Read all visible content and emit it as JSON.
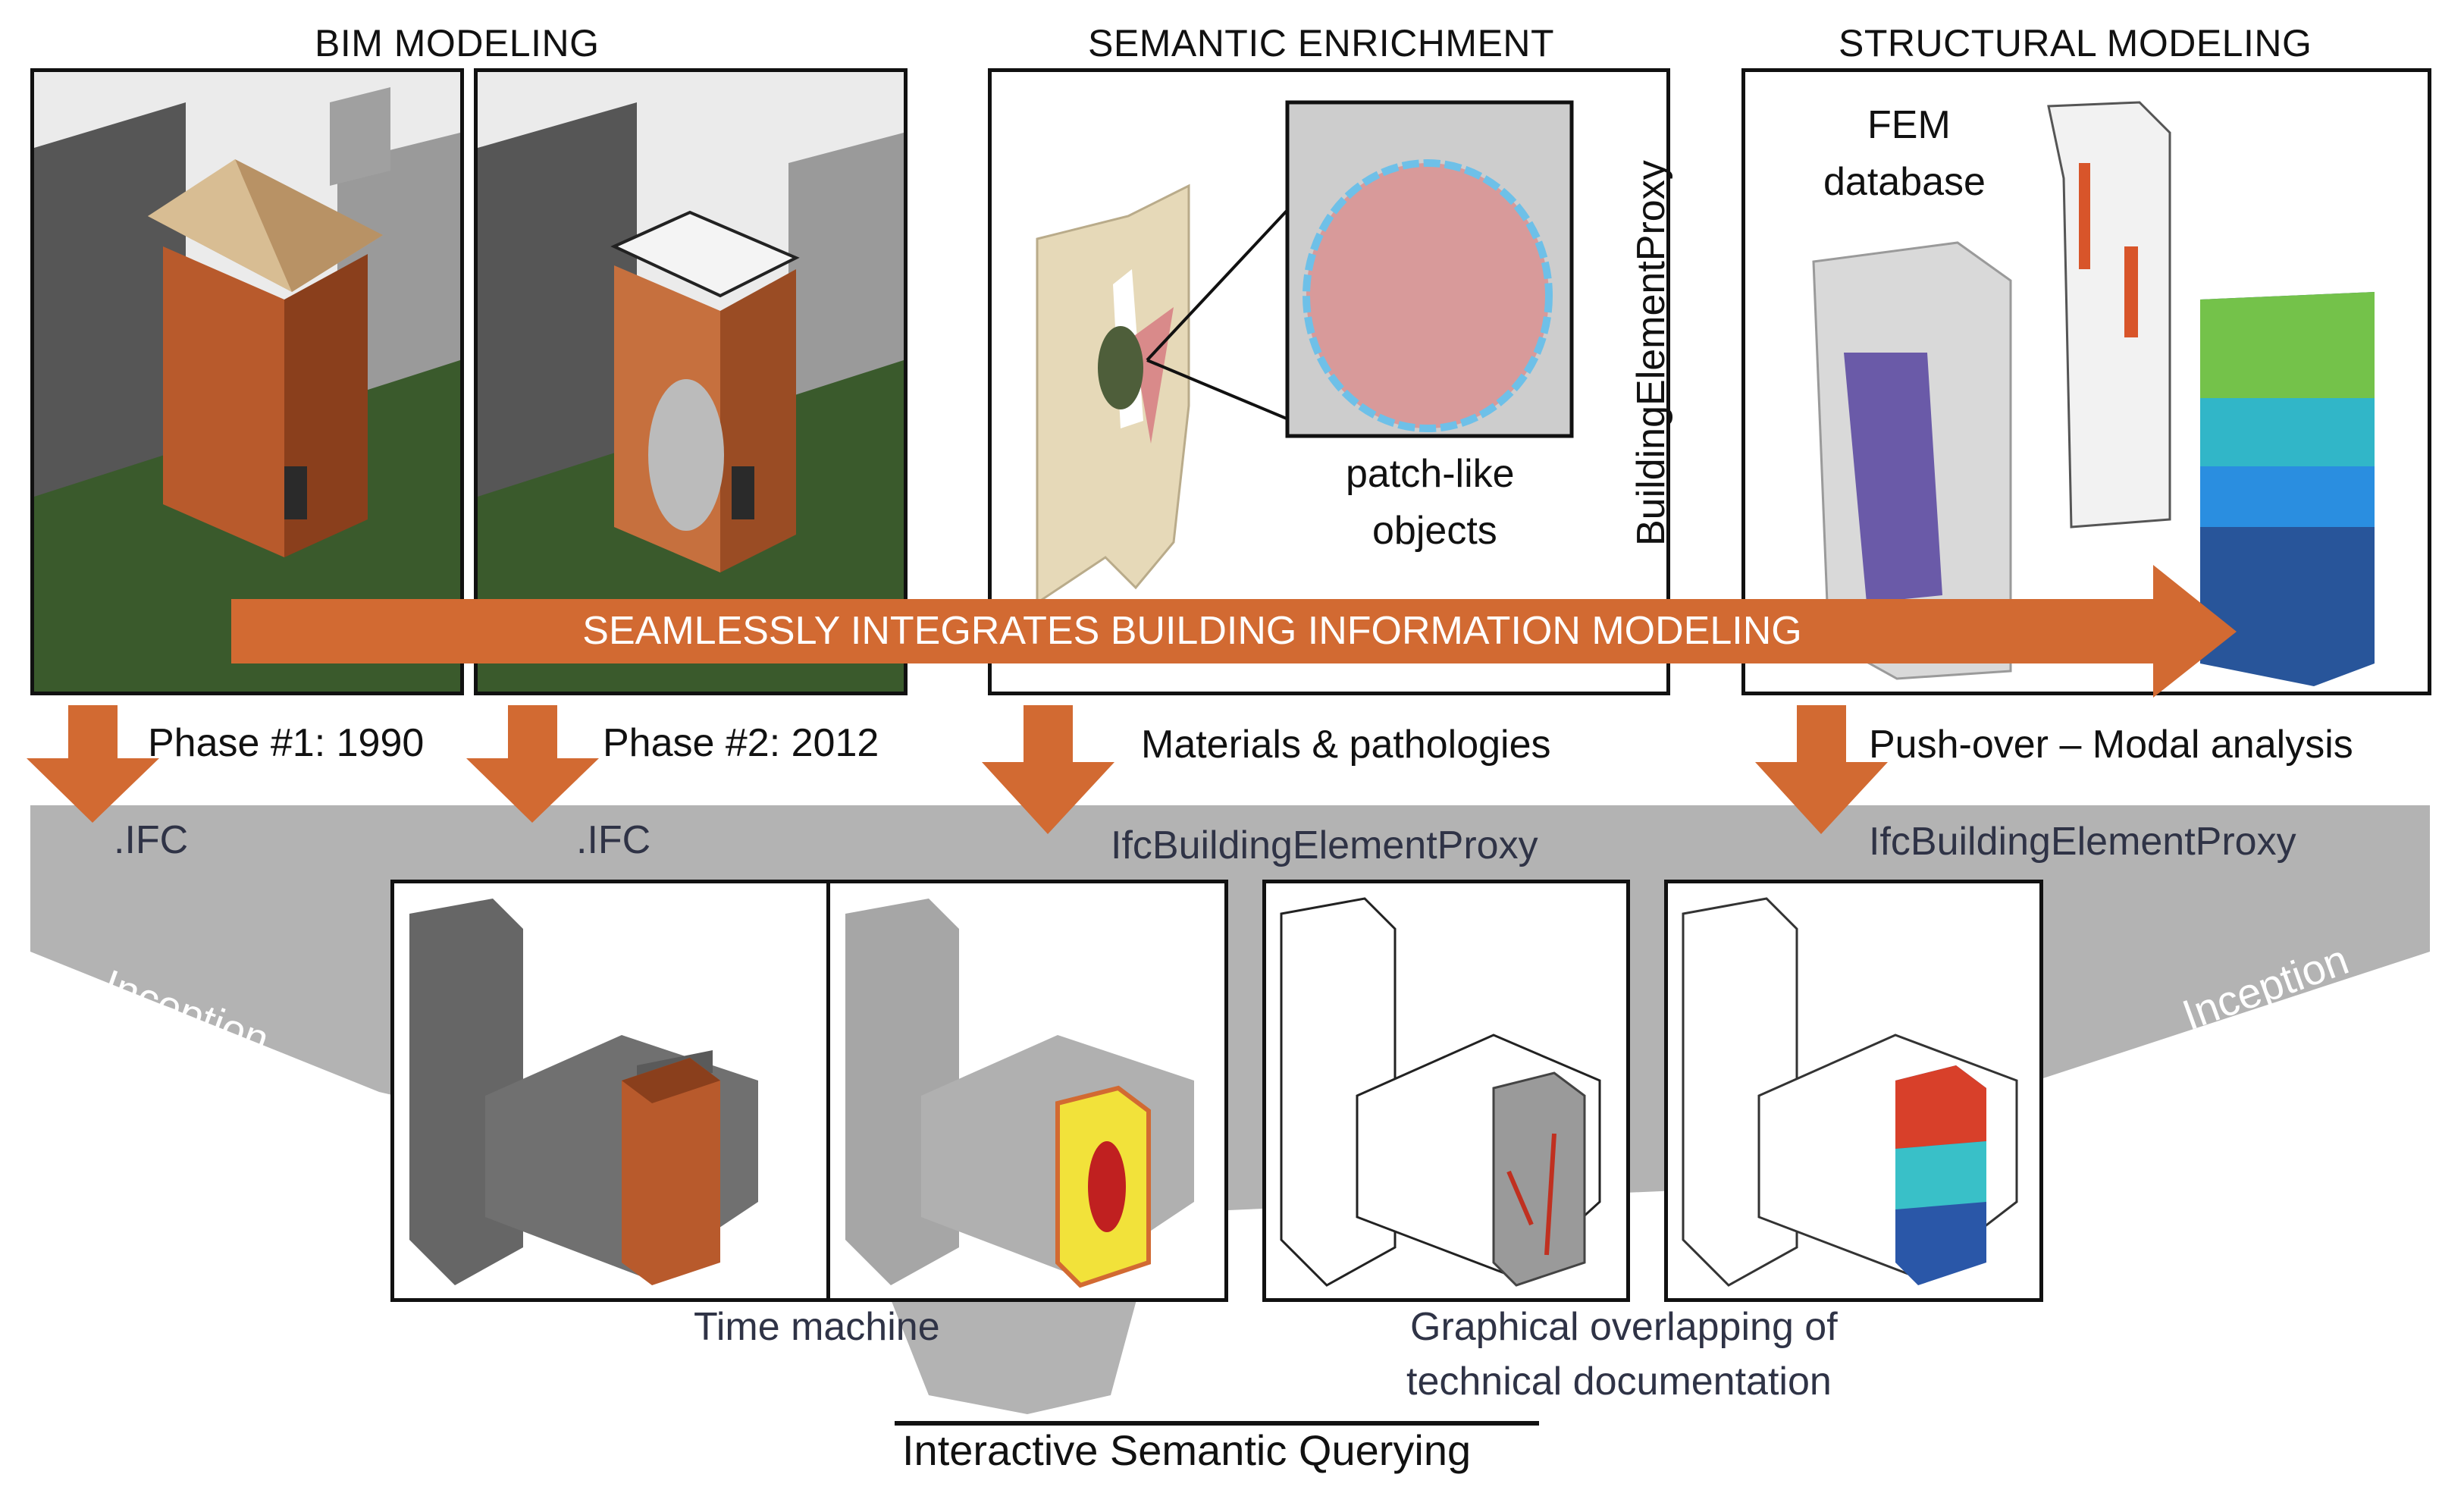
{
  "headings": {
    "bim": "BIM MODELING",
    "semantic": "SEMANTIC ENRICHMENT",
    "structural": "STRUCTURAL MODELING"
  },
  "panel_texts": {
    "proxy_vertical": "BuildingElementProxy",
    "patch_line1": "patch-like",
    "patch_line2": "objects",
    "fem_line1": "FEM",
    "fem_line2": "database"
  },
  "banner": "SEAMLESSLY INTEGRATES BUILDING INFORMATION MODELING",
  "arrow_captions": {
    "phase1": "Phase #1: 1990",
    "phase2": "Phase #2: 2012",
    "materials": "Materials & pathologies",
    "pushover": "Push-over – Modal analysis"
  },
  "ifc_labels": {
    "ifc1": ".IFC",
    "ifc2": ".IFC",
    "proxy1": "IfcBuildingElementProxy",
    "proxy2": "IfcBuildingElementProxy"
  },
  "funnel_labels": {
    "left": "Inception",
    "right": "Inception"
  },
  "bottom_labels": {
    "time_machine": "Time machine",
    "overlap_line1": "Graphical overlapping of",
    "overlap_line2": "technical documentation",
    "query": "Interactive Semantic Querying"
  },
  "colors": {
    "accent_orange": "#d26a32",
    "funnel_gray": "#b3b3b3",
    "brick": "#b85a2c",
    "grass": "#3a5a2c"
  }
}
